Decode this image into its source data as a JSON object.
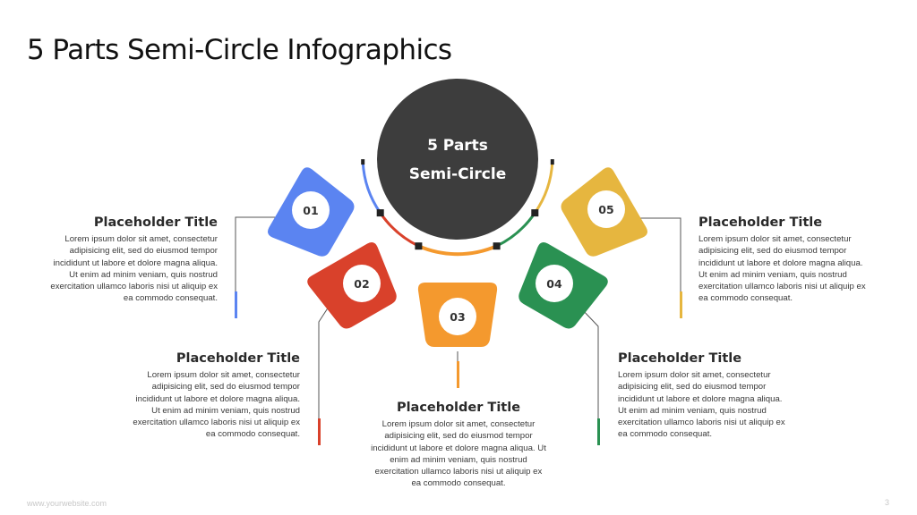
{
  "slide": {
    "title": "5 Parts Semi-Circle Infographics",
    "center_line1": "5 Parts",
    "center_line2": "Semi-Circle",
    "footer_url": "www.yourwebsite.com",
    "page_number": "3"
  },
  "colors": {
    "center": "#3d3d3d",
    "part1": "#5b84f1",
    "part2": "#d9412b",
    "part3": "#f4992e",
    "part4": "#2a9152",
    "part5": "#e6b63f"
  },
  "parts": [
    {
      "number": "01",
      "title": "Placeholder Title",
      "body": "Lorem ipsum dolor sit amet, consectetur adipisicing elit, sed do eiusmod tempor incididunt ut labore et dolore magna aliqua. Ut enim ad minim veniam, quis nostrud exercitation ullamco laboris nisi ut aliquip ex ea commodo consequat."
    },
    {
      "number": "02",
      "title": "Placeholder Title",
      "body": "Lorem ipsum dolor sit amet, consectetur adipisicing elit, sed do eiusmod tempor incididunt ut labore et dolore magna aliqua. Ut enim ad minim veniam, quis nostrud exercitation ullamco laboris nisi ut aliquip ex ea commodo consequat."
    },
    {
      "number": "03",
      "title": "Placeholder Title",
      "body": "Lorem ipsum dolor sit amet, consectetur adipisicing elit, sed do eiusmod tempor incididunt ut labore et dolore magna aliqua. Ut enim ad minim veniam, quis nostrud exercitation ullamco laboris nisi ut aliquip ex ea commodo consequat."
    },
    {
      "number": "04",
      "title": "Placeholder Title",
      "body": "Lorem ipsum dolor sit amet, consectetur adipisicing elit, sed do eiusmod tempor incididunt ut labore et dolore magna aliqua. Ut enim ad minim veniam, quis nostrud exercitation ullamco laboris nisi ut aliquip ex ea commodo consequat."
    },
    {
      "number": "05",
      "title": "Placeholder Title",
      "body": "Lorem ipsum dolor sit amet, consectetur adipisicing elit, sed do eiusmod tempor incididunt ut labore et dolore magna aliqua. Ut enim ad minim veniam, quis nostrud exercitation ullamco laboris nisi ut aliquip ex ea commodo consequat."
    }
  ]
}
